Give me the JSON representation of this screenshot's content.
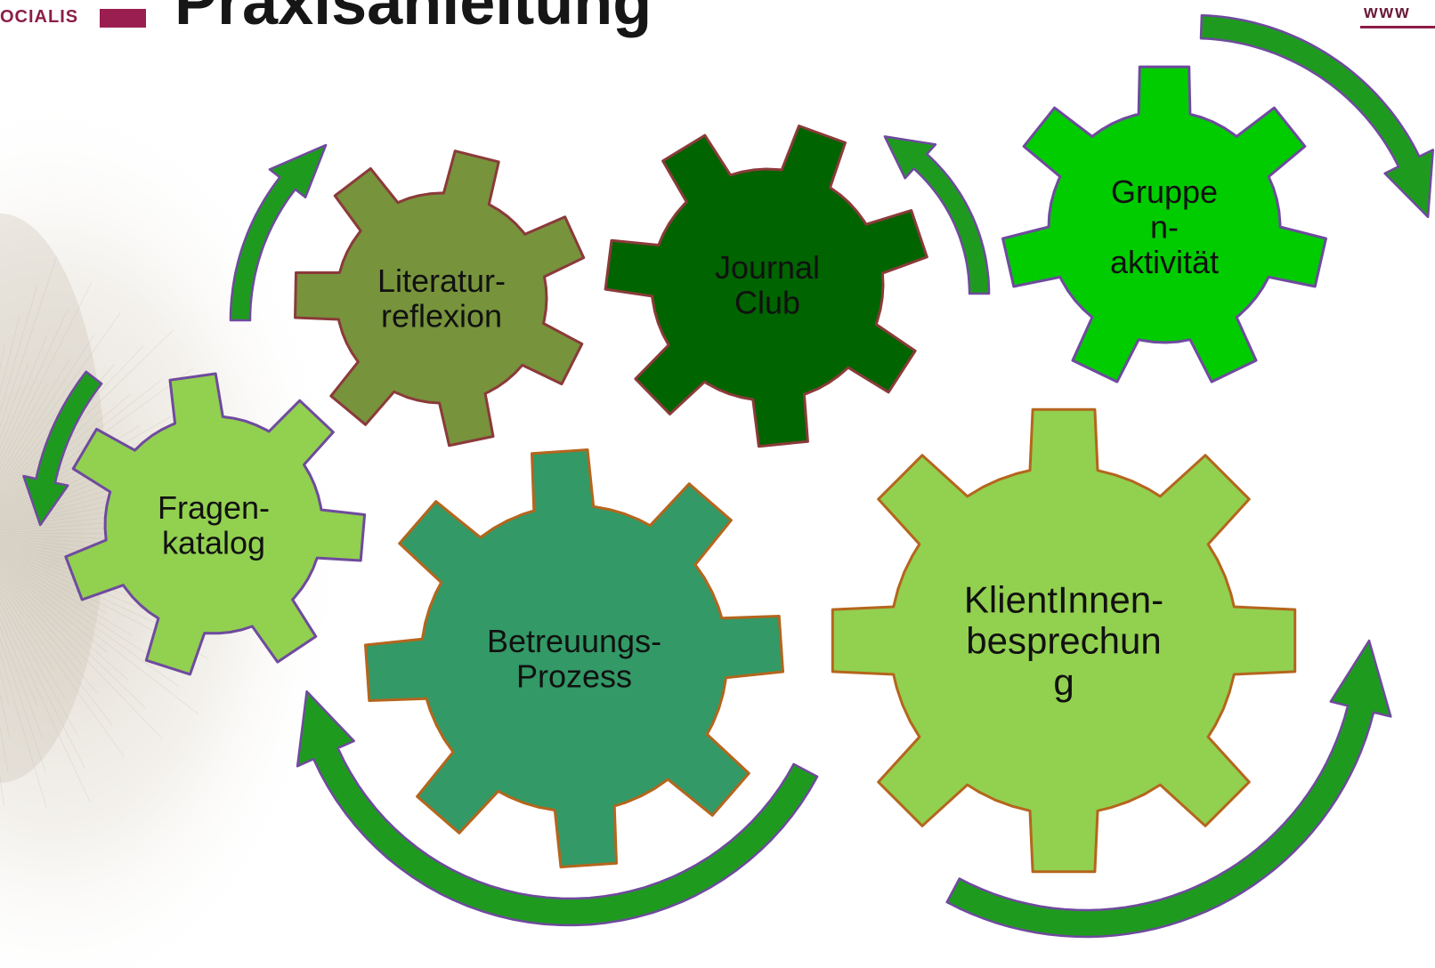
{
  "slide": {
    "title": "Praxisanleitung",
    "brand": "OCIALIS",
    "web": "www"
  },
  "colors": {
    "arrow_fill": "#1e9b1e",
    "arrow_stroke": "#6f4a9e",
    "gear_fragen": "#92d050",
    "gear_literatur": "#77933c",
    "gear_journal": "#006400",
    "gear_gruppe": "#00cc00",
    "gear_betreuung": "#339966",
    "gear_klient": "#92d050"
  },
  "gears": [
    {
      "id": "fragen",
      "lines": [
        "Fragen-",
        "katalog"
      ]
    },
    {
      "id": "literatur",
      "lines": [
        "Literatur-",
        "reflexion"
      ]
    },
    {
      "id": "journal",
      "lines": [
        "Journal",
        "Club"
      ]
    },
    {
      "id": "gruppe",
      "lines": [
        "Gruppe",
        "n-",
        "aktivität"
      ]
    },
    {
      "id": "betreuung",
      "lines": [
        "Betreuungs-",
        "Prozess"
      ]
    },
    {
      "id": "klient",
      "lines": [
        "KlientInnen-",
        "besprechun",
        "g"
      ]
    }
  ]
}
